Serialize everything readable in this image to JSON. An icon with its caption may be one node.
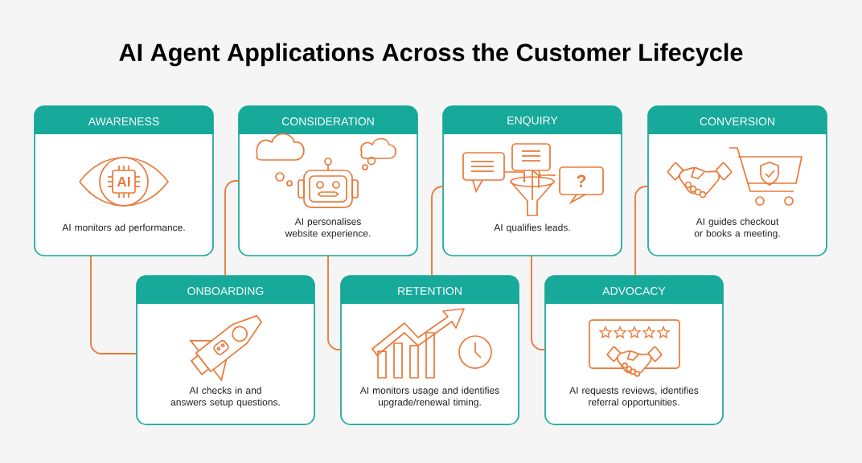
{
  "diagram": {
    "title": "AI Agent Applications Across the Customer Lifecycle",
    "nodes": [
      {
        "text": [
          "AWARENESS",
          "AI monitors ad performance."
        ]
      },
      {
        "text": [
          "CONSIDERATION",
          "AI personalises website experience."
        ]
      },
      {
        "text": [
          "ENQUIRY",
          "AI qualifies leads."
        ]
      },
      {
        "text": [
          "CONVERSION",
          "AI guides checkout or books a meeting."
        ]
      },
      {
        "text": [
          "ONBOARDING",
          "AI checks in and answers setup questions."
        ]
      },
      {
        "text": [
          "RETENTION",
          "AI monitors usage and identifies upgrade/renewal timing."
        ]
      },
      {
        "text": [
          "ADVOCACY",
          "AI requests reviews, identifies referral opportunities."
        ]
      }
    ],
    "edges": [
      {
        "from": 0,
        "to": 4,
        "arrow": "none"
      },
      {
        "from": 4,
        "to": 1,
        "arrow": "none"
      },
      {
        "from": 1,
        "to": 5,
        "arrow": "none"
      },
      {
        "from": 5,
        "to": 2,
        "arrow": "none"
      },
      {
        "from": 2,
        "to": 6,
        "arrow": "none"
      },
      {
        "from": 6,
        "to": 3,
        "arrow": "none"
      }
    ],
    "labels": [
      "AI",
      "?"
    ]
  }
}
